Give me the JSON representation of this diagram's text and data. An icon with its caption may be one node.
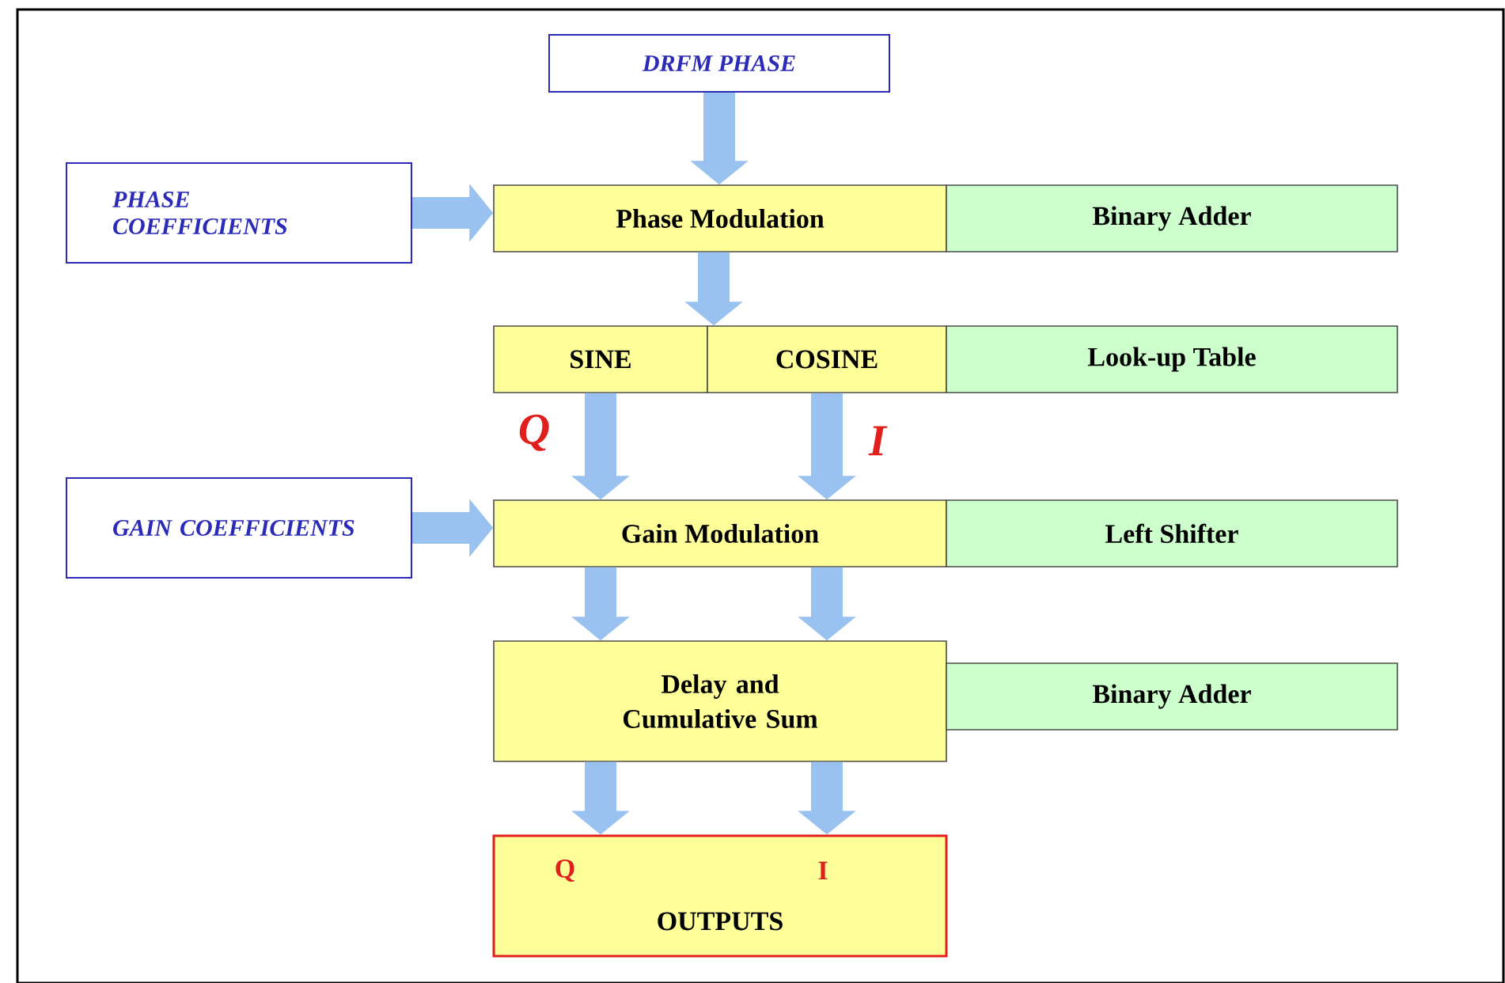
{
  "diagram": {
    "nodes": [
      {
        "text": [
          "DRFM PHASE"
        ]
      },
      {
        "text": [
          "PHASE COEFFICIENTS"
        ]
      },
      {
        "text": [
          "Phase Modulation"
        ]
      },
      {
        "text": [
          "Binary Adder"
        ]
      },
      {
        "text": [
          "SINE"
        ]
      },
      {
        "text": [
          "COSINE"
        ]
      },
      {
        "text": [
          "Look-up Table"
        ]
      },
      {
        "text": [
          "GAIN COEFFICIENTS"
        ]
      },
      {
        "text": [
          "Gain Modulation"
        ]
      },
      {
        "text": [
          "Left Shifter"
        ]
      },
      {
        "text": [
          "Delay and Cumulative Sum"
        ]
      },
      {
        "text": [
          "Binary Adder"
        ]
      },
      {
        "text": [
          "Q",
          "I",
          "OUTPUTS"
        ]
      }
    ],
    "edges": [
      {
        "from": 0,
        "to": 2,
        "arrow": "to"
      },
      {
        "from": 1,
        "to": 2,
        "arrow": "to"
      },
      {
        "from": 2,
        "to": 4,
        "arrow": "to"
      },
      {
        "from": 2,
        "to": 5,
        "arrow": "to"
      },
      {
        "from": 4,
        "to": 8,
        "arrow": "to",
        "label": "Q"
      },
      {
        "from": 5,
        "to": 8,
        "arrow": "to",
        "label": "I"
      },
      {
        "from": 7,
        "to": 8,
        "arrow": "to"
      },
      {
        "from": 8,
        "to": 10,
        "arrow": "to"
      },
      {
        "from": 8,
        "to": 10,
        "arrow": "to"
      },
      {
        "from": 10,
        "to": 12,
        "arrow": "to"
      },
      {
        "from": 10,
        "to": 12,
        "arrow": "to"
      }
    ]
  }
}
